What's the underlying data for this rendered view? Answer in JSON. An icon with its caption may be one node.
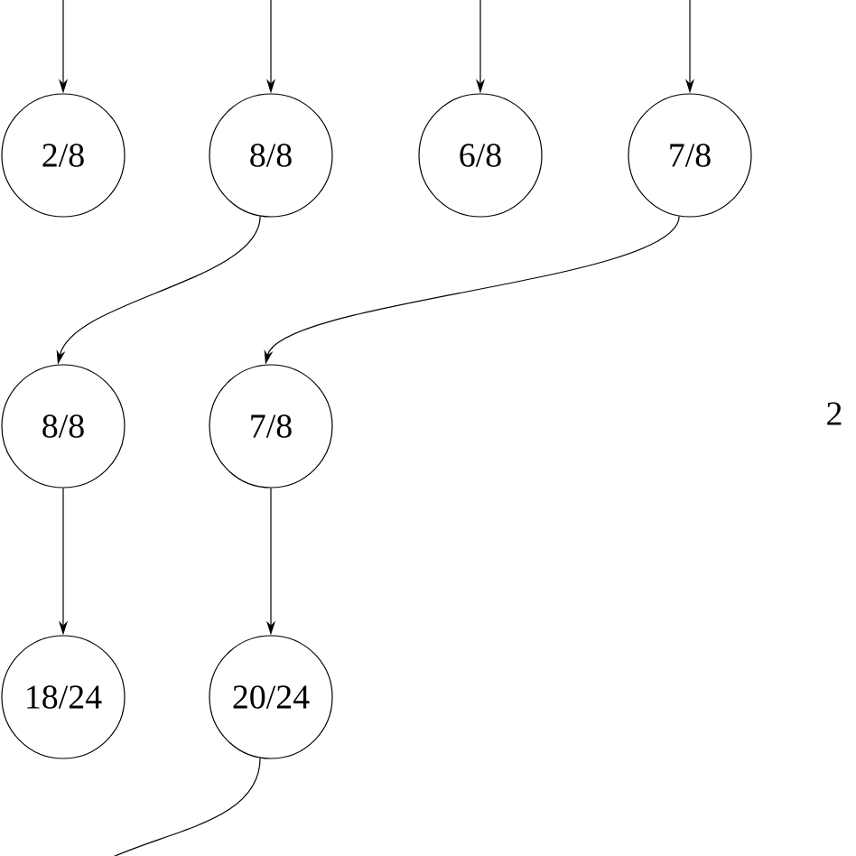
{
  "diagram": {
    "nodes": [
      {
        "text": [
          "2/8"
        ]
      },
      {
        "text": [
          "8/8"
        ]
      },
      {
        "text": [
          "6/8"
        ]
      },
      {
        "text": [
          "7/8"
        ]
      },
      {
        "text": [
          "8/8"
        ]
      },
      {
        "text": [
          "7/8"
        ]
      },
      {
        "text": [
          "18/24"
        ]
      },
      {
        "text": [
          "20/24"
        ]
      }
    ],
    "edges": [
      {
        "from": null,
        "to": 0,
        "arrow": "to"
      },
      {
        "from": null,
        "to": 1,
        "arrow": "to"
      },
      {
        "from": null,
        "to": 2,
        "arrow": "to"
      },
      {
        "from": null,
        "to": 3,
        "arrow": "to"
      },
      {
        "from": 1,
        "to": 4,
        "arrow": "to"
      },
      {
        "from": 3,
        "to": 5,
        "arrow": "to"
      },
      {
        "from": 4,
        "to": 6,
        "arrow": "to"
      },
      {
        "from": 5,
        "to": 7,
        "arrow": "to"
      },
      {
        "from": 7,
        "to": null,
        "arrow": "none"
      }
    ],
    "labels": [
      "2"
    ]
  }
}
